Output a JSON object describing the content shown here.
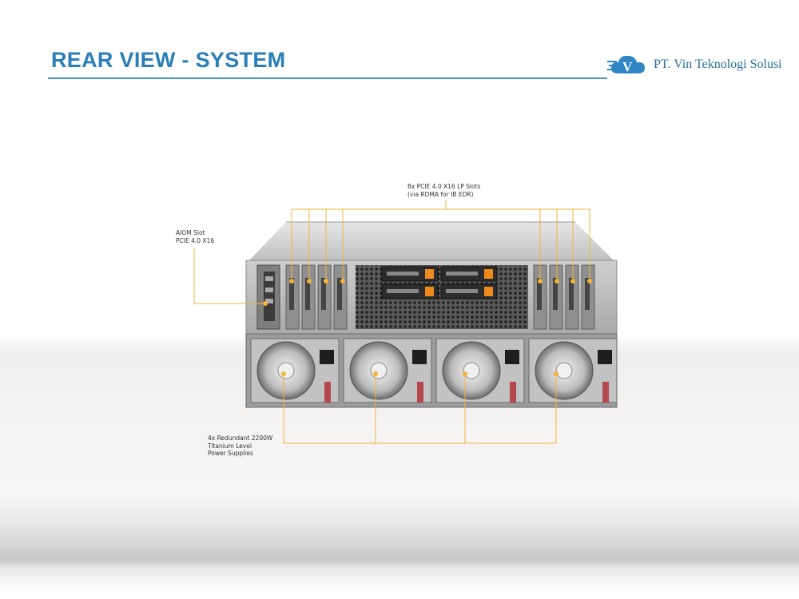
{
  "header": {
    "title": "REAR VIEW - SYSTEM",
    "company_name": "PT. Vin Teknologi Solusi",
    "logo_letter": "V"
  },
  "callouts": {
    "pcie_slots": {
      "line1": "8x PCIE 4.0 X16 LP Slots",
      "line2": "(via RDMA for IB EDR)"
    },
    "aiom_slot": {
      "line1": "AIOM  Slot",
      "line2": "PCIE 4.0 X16"
    },
    "power_supplies": {
      "line1": "4x Redundant 2200W",
      "line2": "Titanium Level",
      "line3": "Power Supplies"
    }
  },
  "colors": {
    "accent": "#2a7fb8",
    "callout_line": "#f2b43a",
    "server_body": "#b8b8b8"
  }
}
